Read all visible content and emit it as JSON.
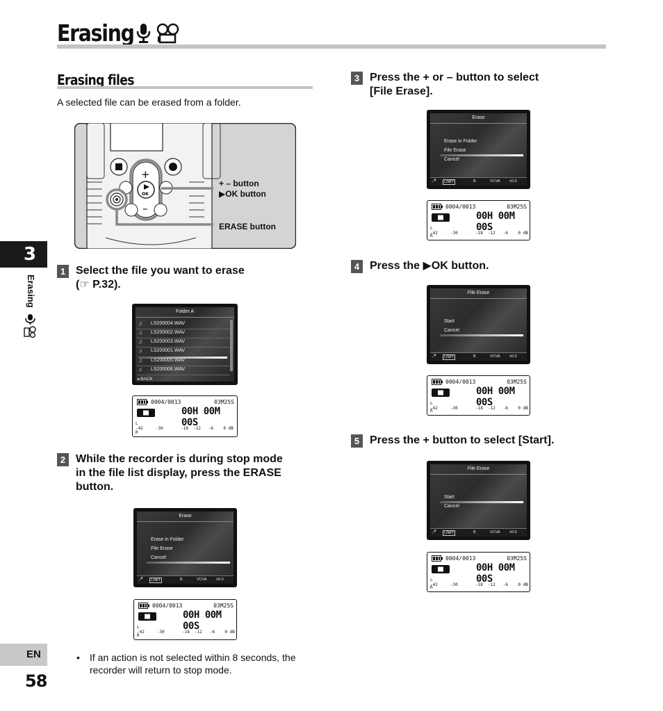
{
  "title": "Erasing",
  "section": {
    "title": "Erasing files",
    "intro": "A selected file can be erased from a folder."
  },
  "device_callouts": {
    "plus_minus": "+ – button",
    "ok": "▶OK button",
    "erase": "ERASE button"
  },
  "device_button_labels": {
    "plus": "+",
    "minus": "–",
    "ok": "OK"
  },
  "side": {
    "chapter": "3",
    "label": "Erasing"
  },
  "steps": [
    {
      "num": "1",
      "line1": "Select the file you want to erase",
      "line2": "(☞ P.32)."
    },
    {
      "num": "2",
      "line1": "While the recorder is during stop mode",
      "line2": "in the file list display, press the ERASE",
      "line3": "button."
    },
    {
      "num": "3",
      "line1": "Press the + or – button to select",
      "line2": "[File Erase]."
    },
    {
      "num": "4",
      "line1": "Press the ▶OK button."
    },
    {
      "num": "5",
      "line1": "Press the + button to select [Start]."
    }
  ],
  "folder_screen": {
    "header": "Folder A",
    "files": [
      "LS200004.WAV",
      "LS200002.WAV",
      "LS200003.WAV",
      "LS200001.WAV",
      "LS200005.WAV",
      "LS200006.WAV"
    ],
    "selected_index": 4,
    "back": "◂ BACK"
  },
  "erase_menu": {
    "header": "Erase",
    "items": [
      "Erase in Folder",
      "File Erase",
      "Cancel"
    ]
  },
  "file_erase_menu": {
    "header": "File Erase",
    "items": [
      "Start",
      "Cancel"
    ]
  },
  "screen_footer": {
    "limit": "LIMIT",
    "mode": "B",
    "vcva": "VCVA",
    "level": "±0.0"
  },
  "lcd": {
    "count": "0004/0013",
    "length": "03M25S",
    "time": "00H 00M 00S",
    "scale": "L\n-42     -30       -18  -12   -6    0 dB",
    "r": "R"
  },
  "note": {
    "bullet": "•",
    "text": "If an action is not selected within 8 seconds, the recorder will return to stop mode."
  },
  "footer": {
    "lang": "EN",
    "page": "58"
  }
}
